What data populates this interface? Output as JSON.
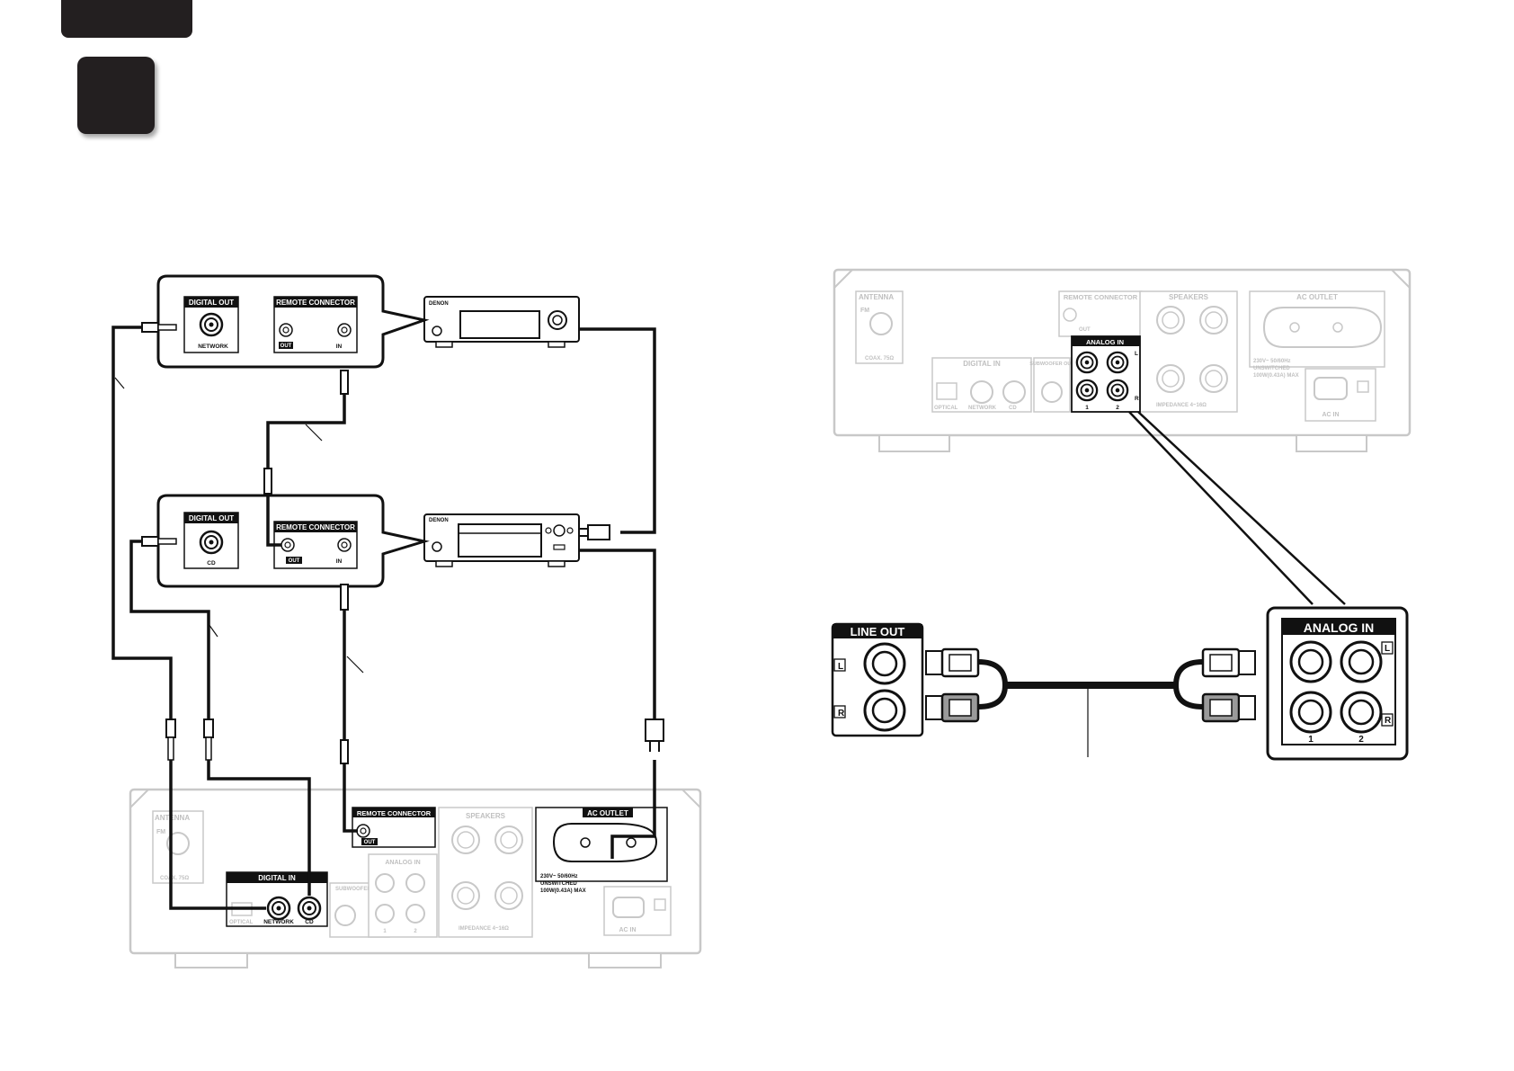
{
  "left_diagram": {
    "network_inset": {
      "digital_out": "DIGITAL OUT",
      "network": "NETWORK",
      "remote_connector": "REMOTE CONNECTOR",
      "out": "OUT",
      "in": "IN"
    },
    "cd_inset": {
      "digital_out": "DIGITAL OUT",
      "cd": "CD",
      "remote_connector": "REMOTE CONNECTOR",
      "out": "OUT",
      "in": "IN"
    },
    "brand": "DENON",
    "amp": {
      "antenna": "ANTENNA",
      "fm": "FM",
      "coax": "COAX. 75Ω",
      "digital_in": "DIGITAL IN",
      "optical": "OPTICAL",
      "network": "NETWORK",
      "cd": "CD",
      "subwoofer_out": "SUBWOOFER OUT",
      "remote_connector": "REMOTE CONNECTOR",
      "remote_out": "OUT",
      "analog_in": "ANALOG IN",
      "ch1": "1",
      "ch2": "2",
      "speakers": "SPEAKERS",
      "impedance": "IMPEDANCE 4~16Ω",
      "ac_outlet": "AC OUTLET",
      "ac_spec_1": "230V~ 50/60Hz",
      "ac_spec_2": "UNSWITCHED",
      "ac_spec_3": "100W(0.43A) MAX",
      "ac_in": "AC IN"
    }
  },
  "right_diagram": {
    "amp": {
      "antenna": "ANTENNA",
      "fm": "FM",
      "coax": "COAX. 75Ω",
      "remote_connector": "REMOTE CONNECTOR",
      "remote_out": "OUT",
      "digital_in": "DIGITAL IN",
      "optical": "OPTICAL",
      "network": "NETWORK",
      "cd": "CD",
      "subwoofer_out": "SUBWOOFER OUT",
      "analog_in": "ANALOG IN",
      "ch1": "1",
      "ch2": "2",
      "left": "L",
      "right": "R",
      "speakers": "SPEAKERS",
      "impedance": "IMPEDANCE 4~16Ω",
      "ac_outlet": "AC OUTLET",
      "ac_spec_1": "230V~ 50/60Hz",
      "ac_spec_2": "UNSWITCHED",
      "ac_spec_3": "100W(0.43A) MAX",
      "ac_in": "AC IN"
    },
    "line_out": {
      "label": "LINE OUT",
      "left": "L",
      "right": "R"
    },
    "analog_in_inset": {
      "label": "ANALOG IN",
      "left": "L",
      "right": "R",
      "ch1": "1",
      "ch2": "2"
    }
  }
}
